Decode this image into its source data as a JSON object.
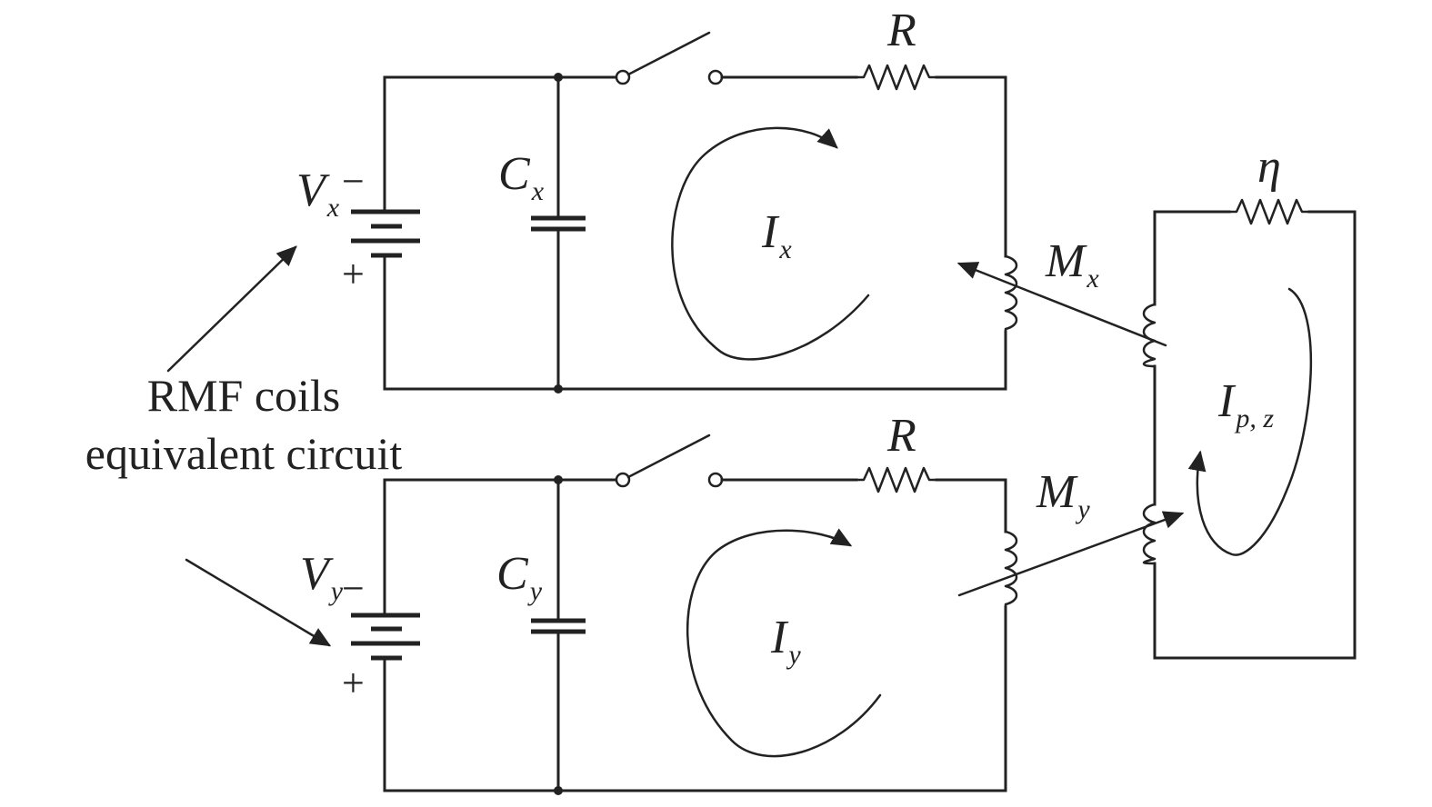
{
  "labels": {
    "Vx": {
      "base": "V",
      "sub": "x"
    },
    "Vy": {
      "base": "V",
      "sub": "y"
    },
    "Cx": {
      "base": "C",
      "sub": "x"
    },
    "Cy": {
      "base": "C",
      "sub": "y"
    },
    "Ix": {
      "base": "I",
      "sub": "x"
    },
    "Iy": {
      "base": "I",
      "sub": "y"
    },
    "Mx": {
      "base": "M",
      "sub": "x"
    },
    "My": {
      "base": "M",
      "sub": "y"
    },
    "Ipz": {
      "base": "I",
      "sub": "p, z"
    },
    "R_top": "R",
    "R_bottom": "R",
    "eta": "η",
    "minus": "−",
    "plus": "+"
  },
  "caption": {
    "line1": "RMF coils",
    "line2": "equivalent circuit"
  },
  "colors": {
    "ink": "#222222",
    "background": "#ffffff"
  }
}
